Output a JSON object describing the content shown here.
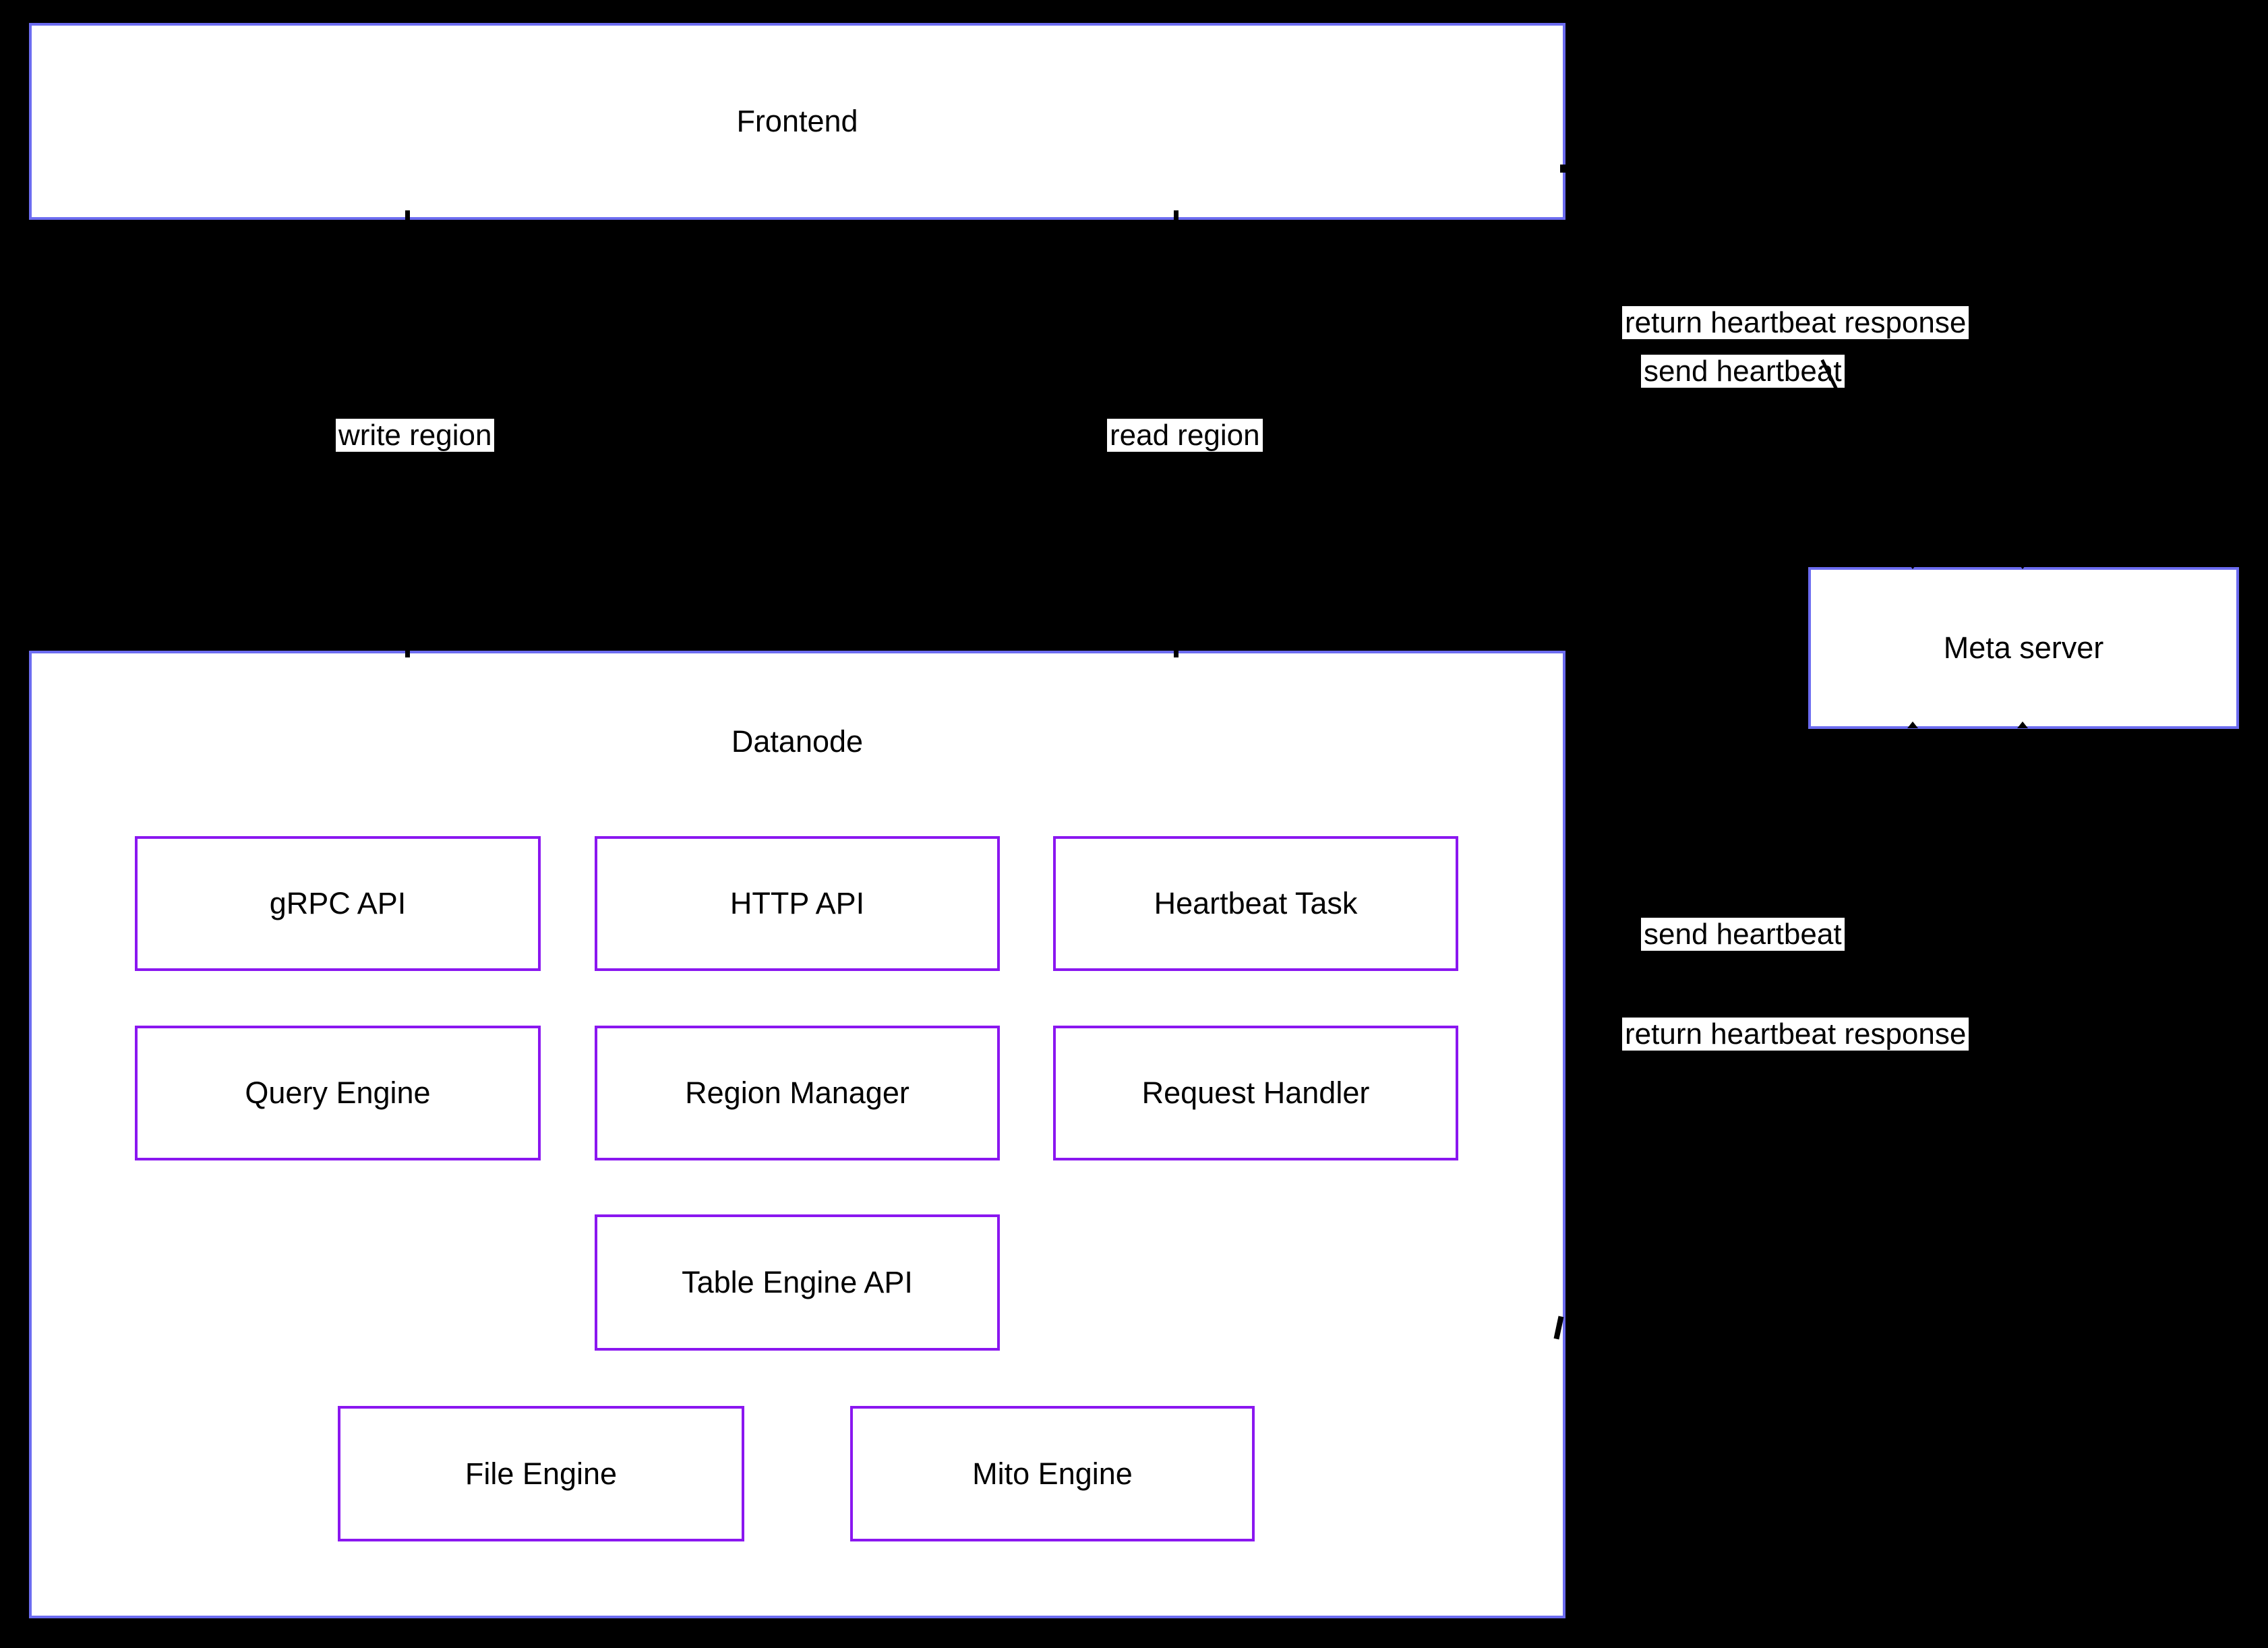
{
  "colors": {
    "background": "#000000",
    "container-border": "#6c6cf0",
    "component-border": "#8a17f0",
    "node-fill": "#ffffff",
    "text": "#000000"
  },
  "nodes": {
    "frontend": "Frontend",
    "datanode": "Datanode",
    "meta_server": "Meta server"
  },
  "components": [
    {
      "label": "gRPC API"
    },
    {
      "label": "HTTP API"
    },
    {
      "label": "Heartbeat Task"
    },
    {
      "label": "Query Engine"
    },
    {
      "label": "Region Manager"
    },
    {
      "label": "Request Handler"
    },
    {
      "label": "Table Engine API"
    },
    {
      "label": "File Engine"
    },
    {
      "label": "Mito Engine"
    }
  ],
  "edge_labels": {
    "write_region": "write region",
    "read_region": "read region",
    "return_heartbeat_response_top": "return heartbeat response",
    "send_heartbeat_top": "send heartbeat",
    "send_heartbeat_bottom": "send heartbeat",
    "return_heartbeat_response_bottom": "return heartbeat response"
  }
}
